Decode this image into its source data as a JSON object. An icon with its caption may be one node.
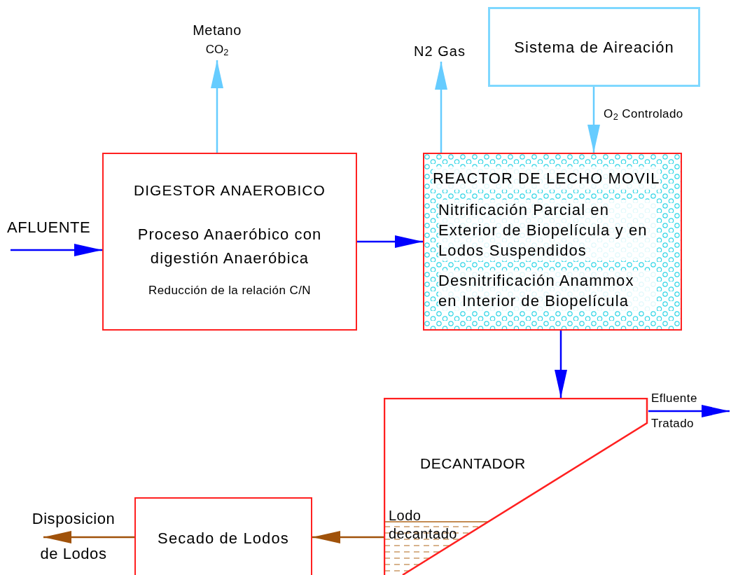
{
  "diagram": {
    "nodes": [
      {
        "text": [
          "Metano",
          "CO$_{2}$"
        ]
      },
      {
        "text": [
          "N2 Gas"
        ]
      },
      {
        "text": [
          "Sistema de Aireación"
        ]
      },
      {
        "text": [
          "DIGESTOR ANAEROBICO",
          "Proceso Anaeróbico con digestión Anaeróbica",
          "Reducción de la relación C/N"
        ]
      },
      {
        "text": [
          "REACTOR DE LECHO MOVIL",
          "Nitrificación Parcial en Exterior de Biopelícula y en Lodos Suspendidos",
          "Desnitrificación Anammox en Interior de Biopelícula"
        ]
      },
      {
        "text": [
          "DECANTADOR",
          "Lodo decantado"
        ]
      },
      {
        "text": [
          "Secado de Lodos"
        ]
      }
    ],
    "edges": [
      {
        "from": null,
        "to": 3,
        "arrow": "to",
        "label": "AFLUENTE"
      },
      {
        "from": 3,
        "to": 0,
        "arrow": "to",
        "color": "#66ccff"
      },
      {
        "from": 3,
        "to": 4,
        "arrow": "to"
      },
      {
        "from": 4,
        "to": 1,
        "arrow": "to",
        "color": "#66ccff"
      },
      {
        "from": 2,
        "to": 4,
        "arrow": "to",
        "label": "O$_{2}$ Controlado",
        "color": "#66ccff"
      },
      {
        "from": 4,
        "to": 5,
        "arrow": "to"
      },
      {
        "from": 5,
        "to": null,
        "arrow": "to",
        "label": "Efluente Tratado"
      },
      {
        "from": 5,
        "to": 6,
        "arrow": "to",
        "color": "#a0520a"
      },
      {
        "from": 6,
        "to": null,
        "arrow": "to",
        "label": "Disposicion de Lodos",
        "color": "#a0520a"
      }
    ]
  }
}
